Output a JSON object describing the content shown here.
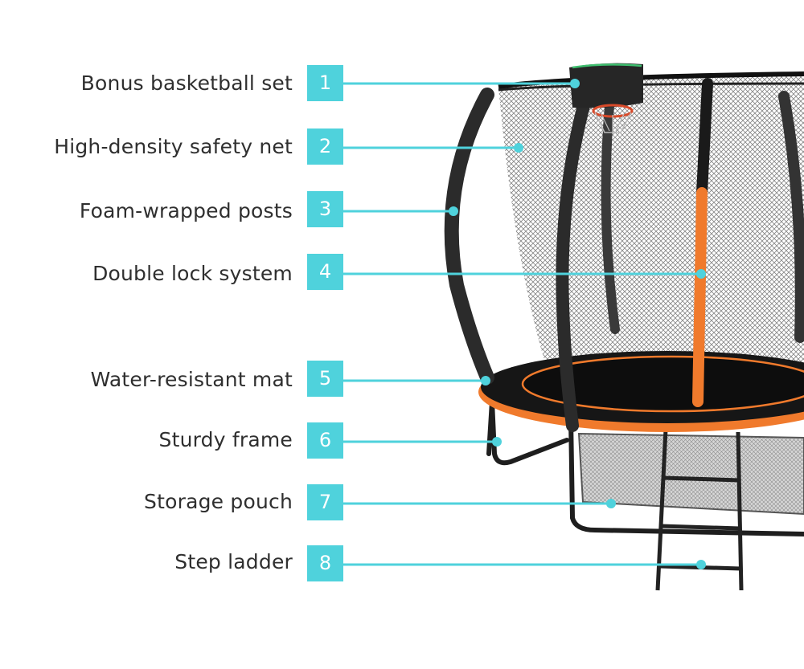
{
  "accent_color": "#4fd2dc",
  "callouts": [
    {
      "number": "1",
      "label": "Bonus basketball set",
      "icon": "basketball-hoop-icon"
    },
    {
      "number": "2",
      "label": "High-density safety net",
      "icon": "net-icon"
    },
    {
      "number": "3",
      "label": "Foam-wrapped posts",
      "icon": "post-icon"
    },
    {
      "number": "4",
      "label": "Double lock system",
      "icon": "lock-icon"
    },
    {
      "number": "5",
      "label": "Water-resistant mat",
      "icon": "mat-icon"
    },
    {
      "number": "6",
      "label": "Sturdy frame",
      "icon": "frame-icon"
    },
    {
      "number": "7",
      "label": "Storage pouch",
      "icon": "pouch-icon"
    },
    {
      "number": "8",
      "label": "Step ladder",
      "icon": "ladder-icon"
    }
  ],
  "product_colors": {
    "frame": "#2a2a2a",
    "net": "#1c1c1c",
    "padding_orange": "#f07a2c",
    "pouch": "#9a9a9a"
  }
}
